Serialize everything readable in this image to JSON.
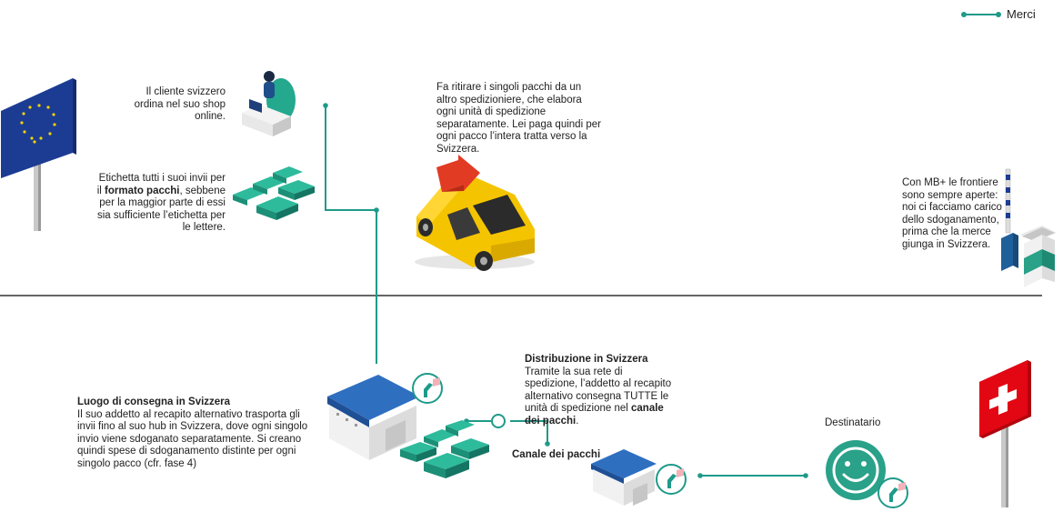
{
  "legend": {
    "label": "Merci"
  },
  "colors": {
    "flow": "#1f9a8a",
    "parcel": "#24a88e",
    "van": "#f5c400",
    "arrow": "#e23b24",
    "roof": "#2f6fc0",
    "eu_flag": "#1c3c94",
    "ch_flag": "#e30613",
    "divider": "#333333",
    "smiley": "#2aa189"
  },
  "icons": [
    "eu-flag-icon",
    "customer-laptop-icon",
    "parcels-icon",
    "delivery-van-icon",
    "customs-barrier-icon",
    "warehouse-icon",
    "parcels-icon",
    "parcel-center-icon",
    "smiley-recipient-icon",
    "swiss-flag-icon",
    "package-scan-icon"
  ],
  "steps": {
    "order": {
      "lines": [
        "Il cliente svizzero",
        "ordina nel suo shop",
        "online."
      ]
    },
    "label": {
      "l1": "Etichetta tutti i suoi invii per",
      "l2a": "il ",
      "l2b": "formato pacchi",
      "l2c": ", sebbene",
      "l3": "per la maggior parte di essi",
      "l4": "sia sufficiente l’etichetta per",
      "l5": "le lettere."
    },
    "pickup": {
      "lines": [
        "Fa ritirare i singoli pacchi da un",
        "altro spedizioniere, che elabora",
        "ogni unità di spedizione",
        "separatamente. Lei paga quindi per",
        "ogni pacco l’intera tratta verso la",
        "Svizzera."
      ]
    },
    "mbplus": {
      "lines": [
        "Con MB+ le frontiere",
        "sono sempre aperte:",
        "noi ci facciamo carico",
        "dello sdoganamento,",
        "prima che la merce",
        "giunga in Svizzera."
      ]
    },
    "hub": {
      "title": "Luogo di consegna in Svizzera",
      "lines": [
        "Il suo addetto al recapito alternativo trasporta gli",
        "invii fino al suo hub in Svizzera, dove ogni singolo",
        "invio viene sdoganato separatamente. Si creano",
        "quindi spese di sdoganamento distinte per ogni",
        "singolo pacco (cfr. fase 4)"
      ]
    },
    "distribution": {
      "title": "Distribuzione in Svizzera",
      "lines": [
        "Tramite la sua rete di",
        "spedizione, l’addetto al recapito",
        "alternativo consegna TUTTE le"
      ],
      "l4a": "unità di spedizione nel ",
      "l4b": "canale",
      "l5a": "dei pacchi",
      "l5b": "."
    },
    "parcel_channel": {
      "label": "Canale dei pacchi"
    },
    "recipient": {
      "label": "Destinatario"
    }
  }
}
